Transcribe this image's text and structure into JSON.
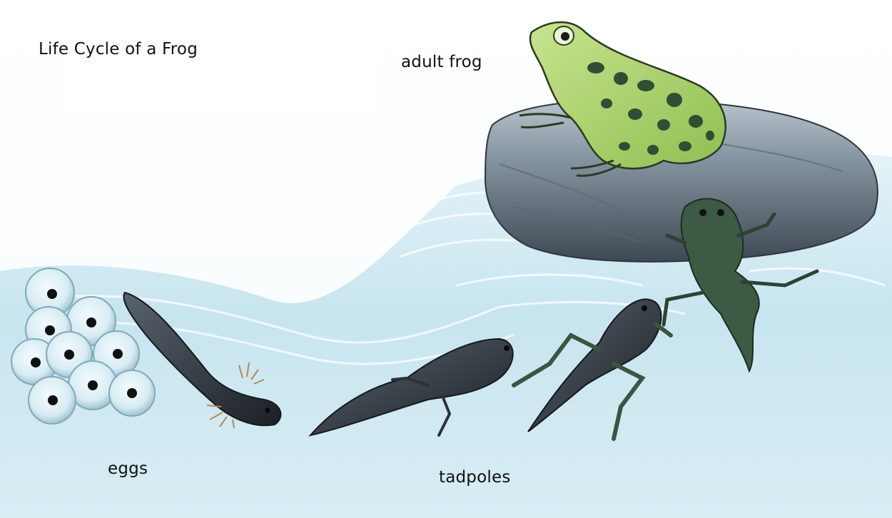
{
  "title": "Life Cycle of a Frog",
  "stages": {
    "adult_frog": "adult frog",
    "eggs": "eggs",
    "tadpoles": "tadpoles"
  },
  "colors": {
    "water": "#bfe0ec",
    "rock": "#7f8c99",
    "frog_skin": "#a9d36a",
    "frog_spots": "#2f4e34",
    "tadpole": "#2c3138",
    "egg_jelly": "#dff0f6",
    "egg_core": "#111111"
  },
  "icons": [
    "adult-frog-icon",
    "rock-icon",
    "frog-egg-icon",
    "tadpole-icon",
    "froglet-icon"
  ]
}
